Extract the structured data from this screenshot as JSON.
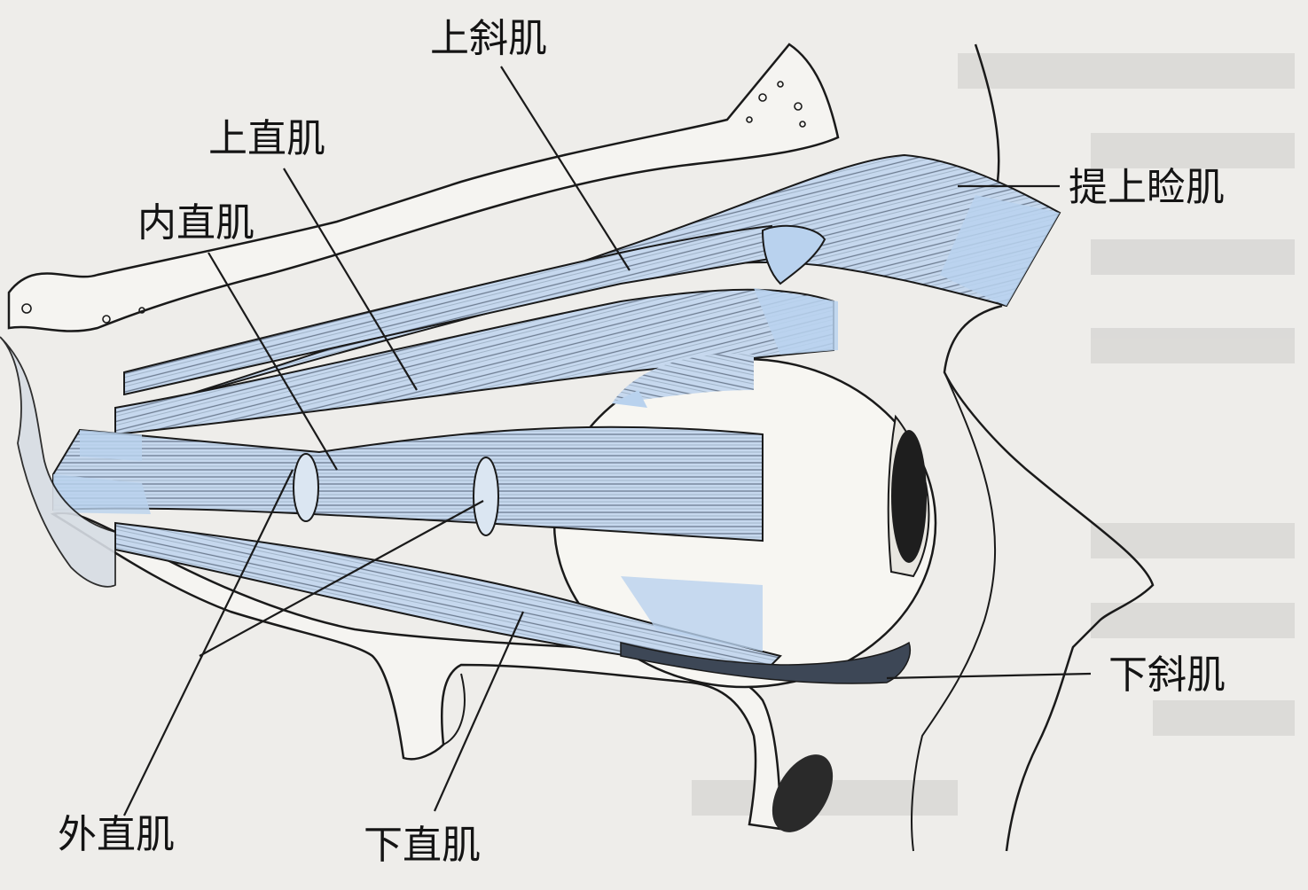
{
  "labels": {
    "superior_oblique": "上斜肌",
    "superior_rectus": "上直肌",
    "medial_rectus": "内直肌",
    "levator_palpebrae": "提上睑肌",
    "inferior_oblique": "下斜肌",
    "lateral_rectus": "外直肌",
    "inferior_rectus": "下直肌"
  },
  "colors": {
    "background": "#eeedea",
    "muscle_highlight": "#b9d2ee",
    "muscle_shade": "#6c7f95",
    "line": "#1a1a1a",
    "bone": "#f5f4f1"
  }
}
